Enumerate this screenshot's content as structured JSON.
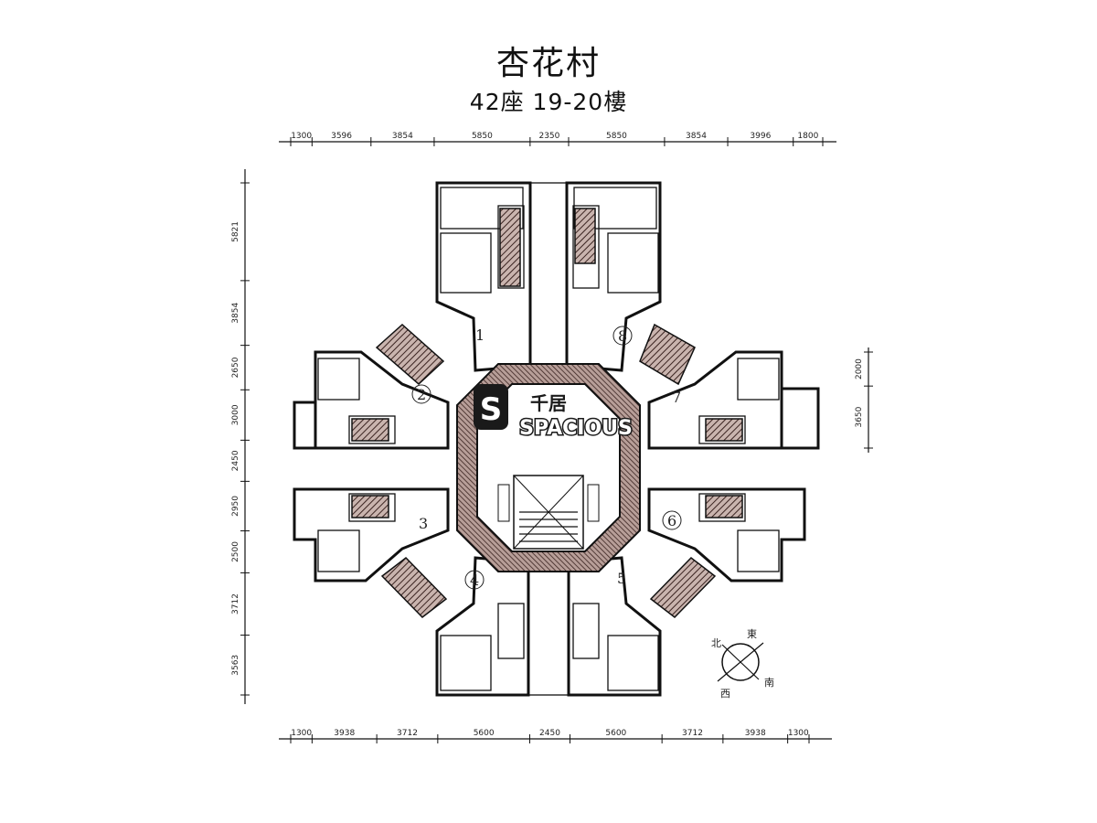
{
  "title": "杏花村",
  "subtitle": "42座 19-20樓",
  "dimensions": {
    "top": [
      "1300",
      "3596",
      "3854",
      "5850",
      "2350",
      "5850",
      "3854",
      "3996",
      "1800"
    ],
    "bottom": [
      "1300",
      "3938",
      "3712",
      "5600",
      "2450",
      "5600",
      "3712",
      "3938",
      "1300"
    ],
    "left": [
      "5821",
      "3854",
      "2650",
      "3000",
      "2450",
      "2950",
      "2500",
      "3712",
      "3563"
    ],
    "right": [
      "2000",
      "3650"
    ]
  },
  "units": [
    "1",
    "2",
    "3",
    "4",
    "5",
    "6",
    "7",
    "8"
  ],
  "watermark": {
    "brand_cn": "千居",
    "brand_en": "SPACIOUS",
    "mark": "S"
  },
  "compass": {
    "north": "北",
    "east": "東",
    "south": "南",
    "west": "西"
  }
}
